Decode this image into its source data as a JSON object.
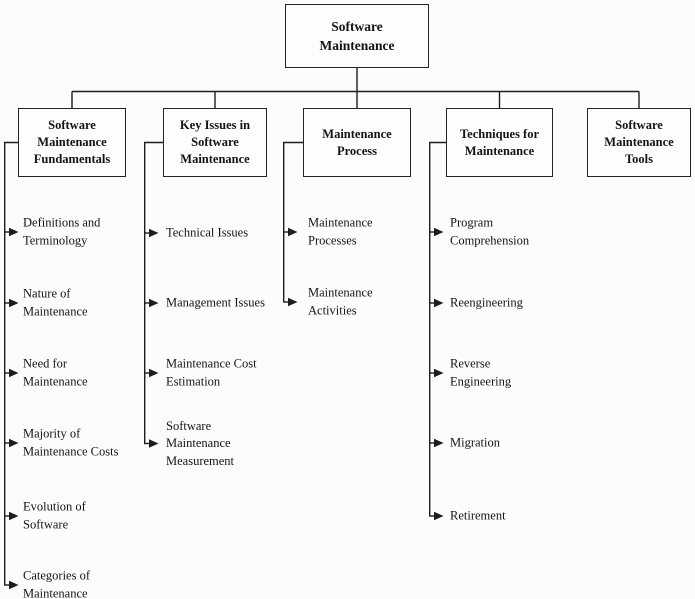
{
  "colors": {
    "background": "#fcfcfb",
    "line": "#1d1d1d",
    "box_border": "#242424",
    "box_fill": "#fdfdfc",
    "text": "#141414"
  },
  "root": {
    "label_lines": [
      "Software",
      "Maintenance"
    ]
  },
  "branches": [
    {
      "label_lines": [
        "Software",
        "Maintenance",
        "Fundamentals"
      ],
      "children": [
        {
          "lines": [
            "Definitions and",
            "Terminology"
          ]
        },
        {
          "lines": [
            "Nature of",
            "Maintenance"
          ]
        },
        {
          "lines": [
            "Need for",
            "Maintenance"
          ]
        },
        {
          "lines": [
            "Majority of",
            "Maintenance Costs"
          ]
        },
        {
          "lines": [
            "Evolution of",
            "Software"
          ]
        },
        {
          "lines": [
            "Categories of",
            "Maintenance"
          ]
        }
      ]
    },
    {
      "label_lines": [
        "Key Issues in",
        "Software",
        "Maintenance"
      ],
      "children": [
        {
          "lines": [
            "Technical Issues"
          ]
        },
        {
          "lines": [
            "Management Issues"
          ]
        },
        {
          "lines": [
            "Maintenance Cost",
            "Estimation"
          ]
        },
        {
          "lines": [
            "Software",
            "Maintenance",
            "Measurement"
          ]
        }
      ]
    },
    {
      "label_lines": [
        "Maintenance",
        "Process"
      ],
      "children": [
        {
          "lines": [
            "Maintenance",
            "Processes"
          ]
        },
        {
          "lines": [
            "Maintenance",
            "Activities"
          ]
        }
      ]
    },
    {
      "label_lines": [
        "Techniques for",
        "Maintenance"
      ],
      "children": [
        {
          "lines": [
            "Program",
            "Comprehension"
          ]
        },
        {
          "lines": [
            "Reengineering"
          ]
        },
        {
          "lines": [
            "Reverse",
            "Engineering"
          ]
        },
        {
          "lines": [
            "Migration"
          ]
        },
        {
          "lines": [
            "Retirement"
          ]
        }
      ]
    },
    {
      "label_lines": [
        "Software",
        "Maintenance",
        "Tools"
      ],
      "children": []
    }
  ]
}
